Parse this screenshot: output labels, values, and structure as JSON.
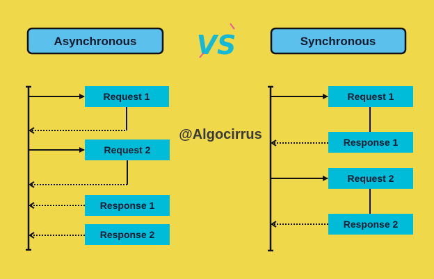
{
  "header": {
    "left_title": "Asynchronous",
    "right_title": "Synchronous",
    "vs_label": "VS"
  },
  "watermark": "@Algocirrus",
  "async": {
    "boxes": [
      "Request 1",
      "Request 2",
      "Response 1",
      "Response 2"
    ]
  },
  "sync": {
    "boxes": [
      "Request 1",
      "Response 1",
      "Request 2",
      "Response 2"
    ]
  },
  "colors": {
    "background": "#EFD84A",
    "box_fill": "#00BCD8",
    "header_fill": "#5BC0EB",
    "vs": "#13B9D6",
    "vs_slash": "#E85A9A",
    "ink": "#111111"
  }
}
